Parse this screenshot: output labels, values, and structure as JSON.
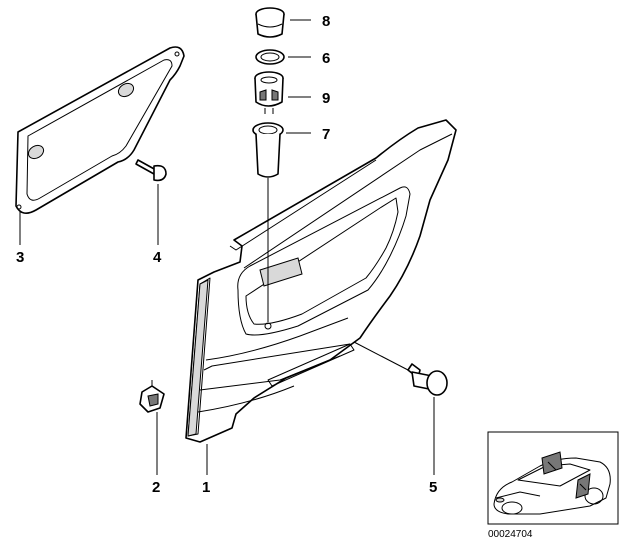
{
  "diagram": {
    "callouts": [
      {
        "id": "callout-1",
        "label": "1"
      },
      {
        "id": "callout-2",
        "label": "2"
      },
      {
        "id": "callout-3",
        "label": "3"
      },
      {
        "id": "callout-4",
        "label": "4"
      },
      {
        "id": "callout-5",
        "label": "5"
      },
      {
        "id": "callout-6",
        "label": "6"
      },
      {
        "id": "callout-7",
        "label": "7"
      },
      {
        "id": "callout-8",
        "label": "8"
      },
      {
        "id": "callout-9",
        "label": "9"
      }
    ],
    "reference_number": "00024704"
  }
}
